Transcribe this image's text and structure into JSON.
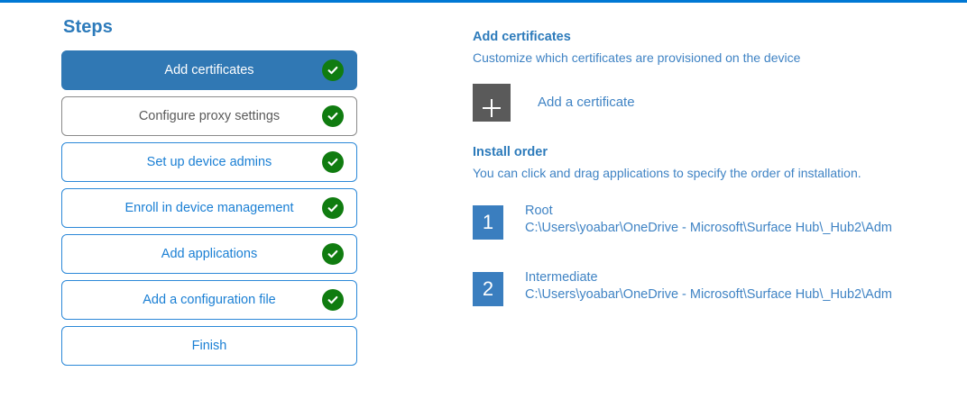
{
  "theme": {
    "accent_blue": "#0078d4",
    "active_step_bg": "#3078b4",
    "link_blue": "#3f83c4",
    "heading_blue": "#2d7bbb",
    "success_green": "#107c10",
    "muted_gray": "#5a5a5a",
    "badge_blue": "#3a7ebf"
  },
  "steps": {
    "title": "Steps",
    "items": [
      {
        "label": "Add certificates",
        "state": "active",
        "completed": true
      },
      {
        "label": "Configure proxy settings",
        "state": "muted",
        "completed": true
      },
      {
        "label": "Set up device admins",
        "state": "default",
        "completed": true
      },
      {
        "label": "Enroll in device management",
        "state": "default",
        "completed": true
      },
      {
        "label": "Add applications",
        "state": "default",
        "completed": true
      },
      {
        "label": "Add a configuration file",
        "state": "default",
        "completed": true
      },
      {
        "label": "Finish",
        "state": "default",
        "completed": false
      }
    ]
  },
  "detail": {
    "heading": "Add certificates",
    "subheading": "Customize which certificates are provisioned on the device",
    "add_certificate": {
      "icon": "plus-icon",
      "label": "Add a certificate"
    },
    "install_order": {
      "heading": "Install order",
      "description": "You can click and drag applications to specify the order of installation.",
      "items": [
        {
          "number": "1",
          "name": "Root",
          "path": "C:\\Users\\yoabar\\OneDrive - Microsoft\\Surface Hub\\_Hub2\\Adm"
        },
        {
          "number": "2",
          "name": "Intermediate",
          "path": "C:\\Users\\yoabar\\OneDrive - Microsoft\\Surface Hub\\_Hub2\\Adm"
        }
      ]
    }
  }
}
